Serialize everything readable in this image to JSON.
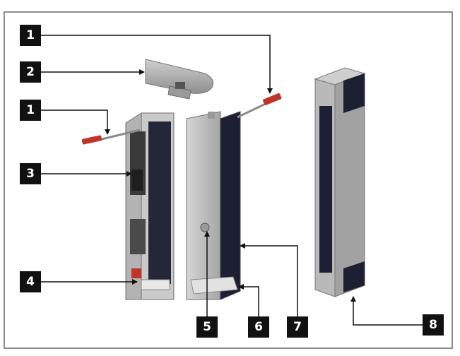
{
  "diagram": {
    "callouts": [
      {
        "id": "callout-1-top",
        "label": "1"
      },
      {
        "id": "callout-2",
        "label": "2"
      },
      {
        "id": "callout-1-left",
        "label": "1"
      },
      {
        "id": "callout-3",
        "label": "3"
      },
      {
        "id": "callout-4",
        "label": "4"
      },
      {
        "id": "callout-5",
        "label": "5"
      },
      {
        "id": "callout-6",
        "label": "6"
      },
      {
        "id": "callout-7",
        "label": "7"
      },
      {
        "id": "callout-8",
        "label": "8"
      }
    ],
    "colors": {
      "frame": "#8c8c8c",
      "label_bg": "#111111",
      "label_text": "#ffffff",
      "housing_dark": "#1d1f33",
      "metal_light": "#c8c8c8",
      "metal_mid": "#a9a9a9",
      "screw_red": "#c0352b"
    }
  }
}
